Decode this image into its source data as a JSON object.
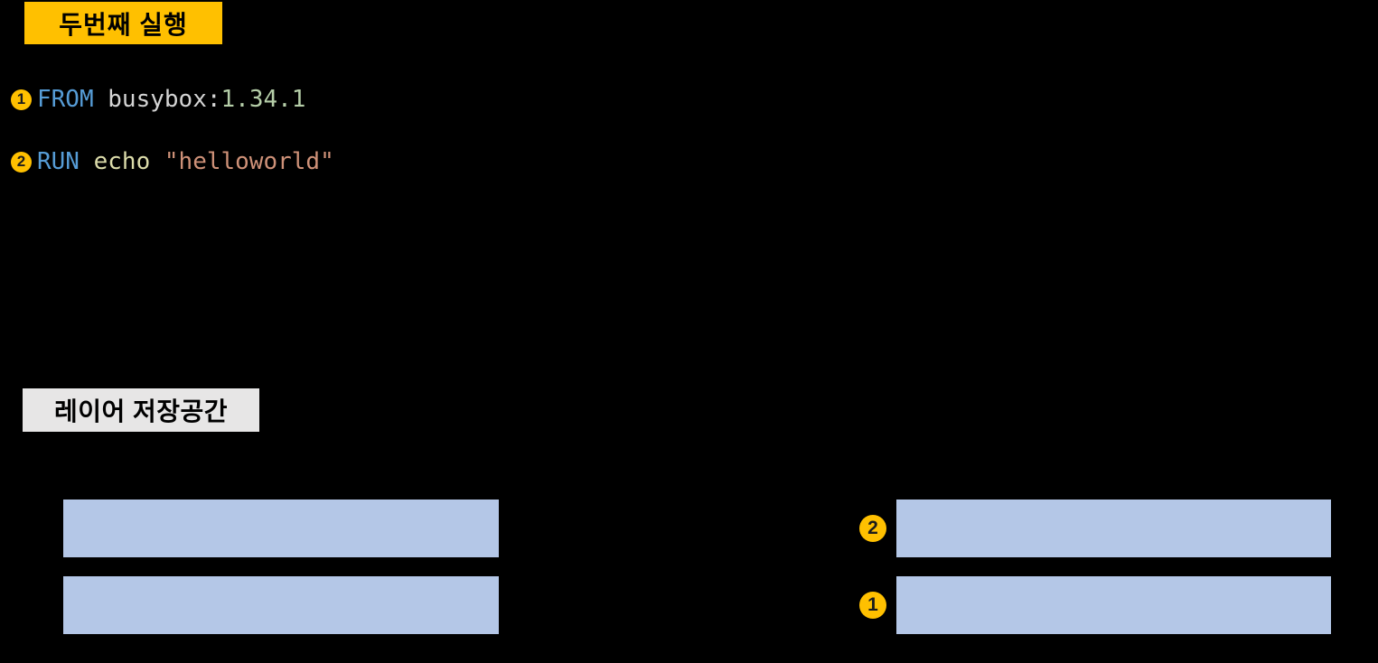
{
  "page": {
    "bg_color": "#000000"
  },
  "colors": {
    "accent_yellow": "#FFC000",
    "layer_blue": "#B4C7E7",
    "badge_gray": "#E7E6E6",
    "code_keyword": "#569CD6",
    "code_plain": "#D4D4D4",
    "code_number": "#B5CEA8",
    "code_command": "#DCDCAA",
    "code_string": "#CE9178"
  },
  "title_badge": {
    "label": "두번째 실행"
  },
  "dockerfile": {
    "lines": [
      {
        "step": "1",
        "tokens": [
          {
            "text": "FROM",
            "color": "#569CD6"
          },
          {
            "text": " busybox:",
            "color": "#D4D4D4"
          },
          {
            "text": "1.34.1",
            "color": "#B5CEA8"
          }
        ]
      },
      {
        "step": "2",
        "tokens": [
          {
            "text": "RUN",
            "color": "#569CD6"
          },
          {
            "text": " echo ",
            "color": "#DCDCAA"
          },
          {
            "text": "\"helloworld\"",
            "color": "#CE9178"
          }
        ]
      }
    ]
  },
  "storage_badge": {
    "label": "레이어 저장공간"
  },
  "layers": {
    "left": [
      {
        "step": ""
      },
      {
        "step": ""
      }
    ],
    "right": [
      {
        "step": "2"
      },
      {
        "step": "1"
      }
    ]
  }
}
